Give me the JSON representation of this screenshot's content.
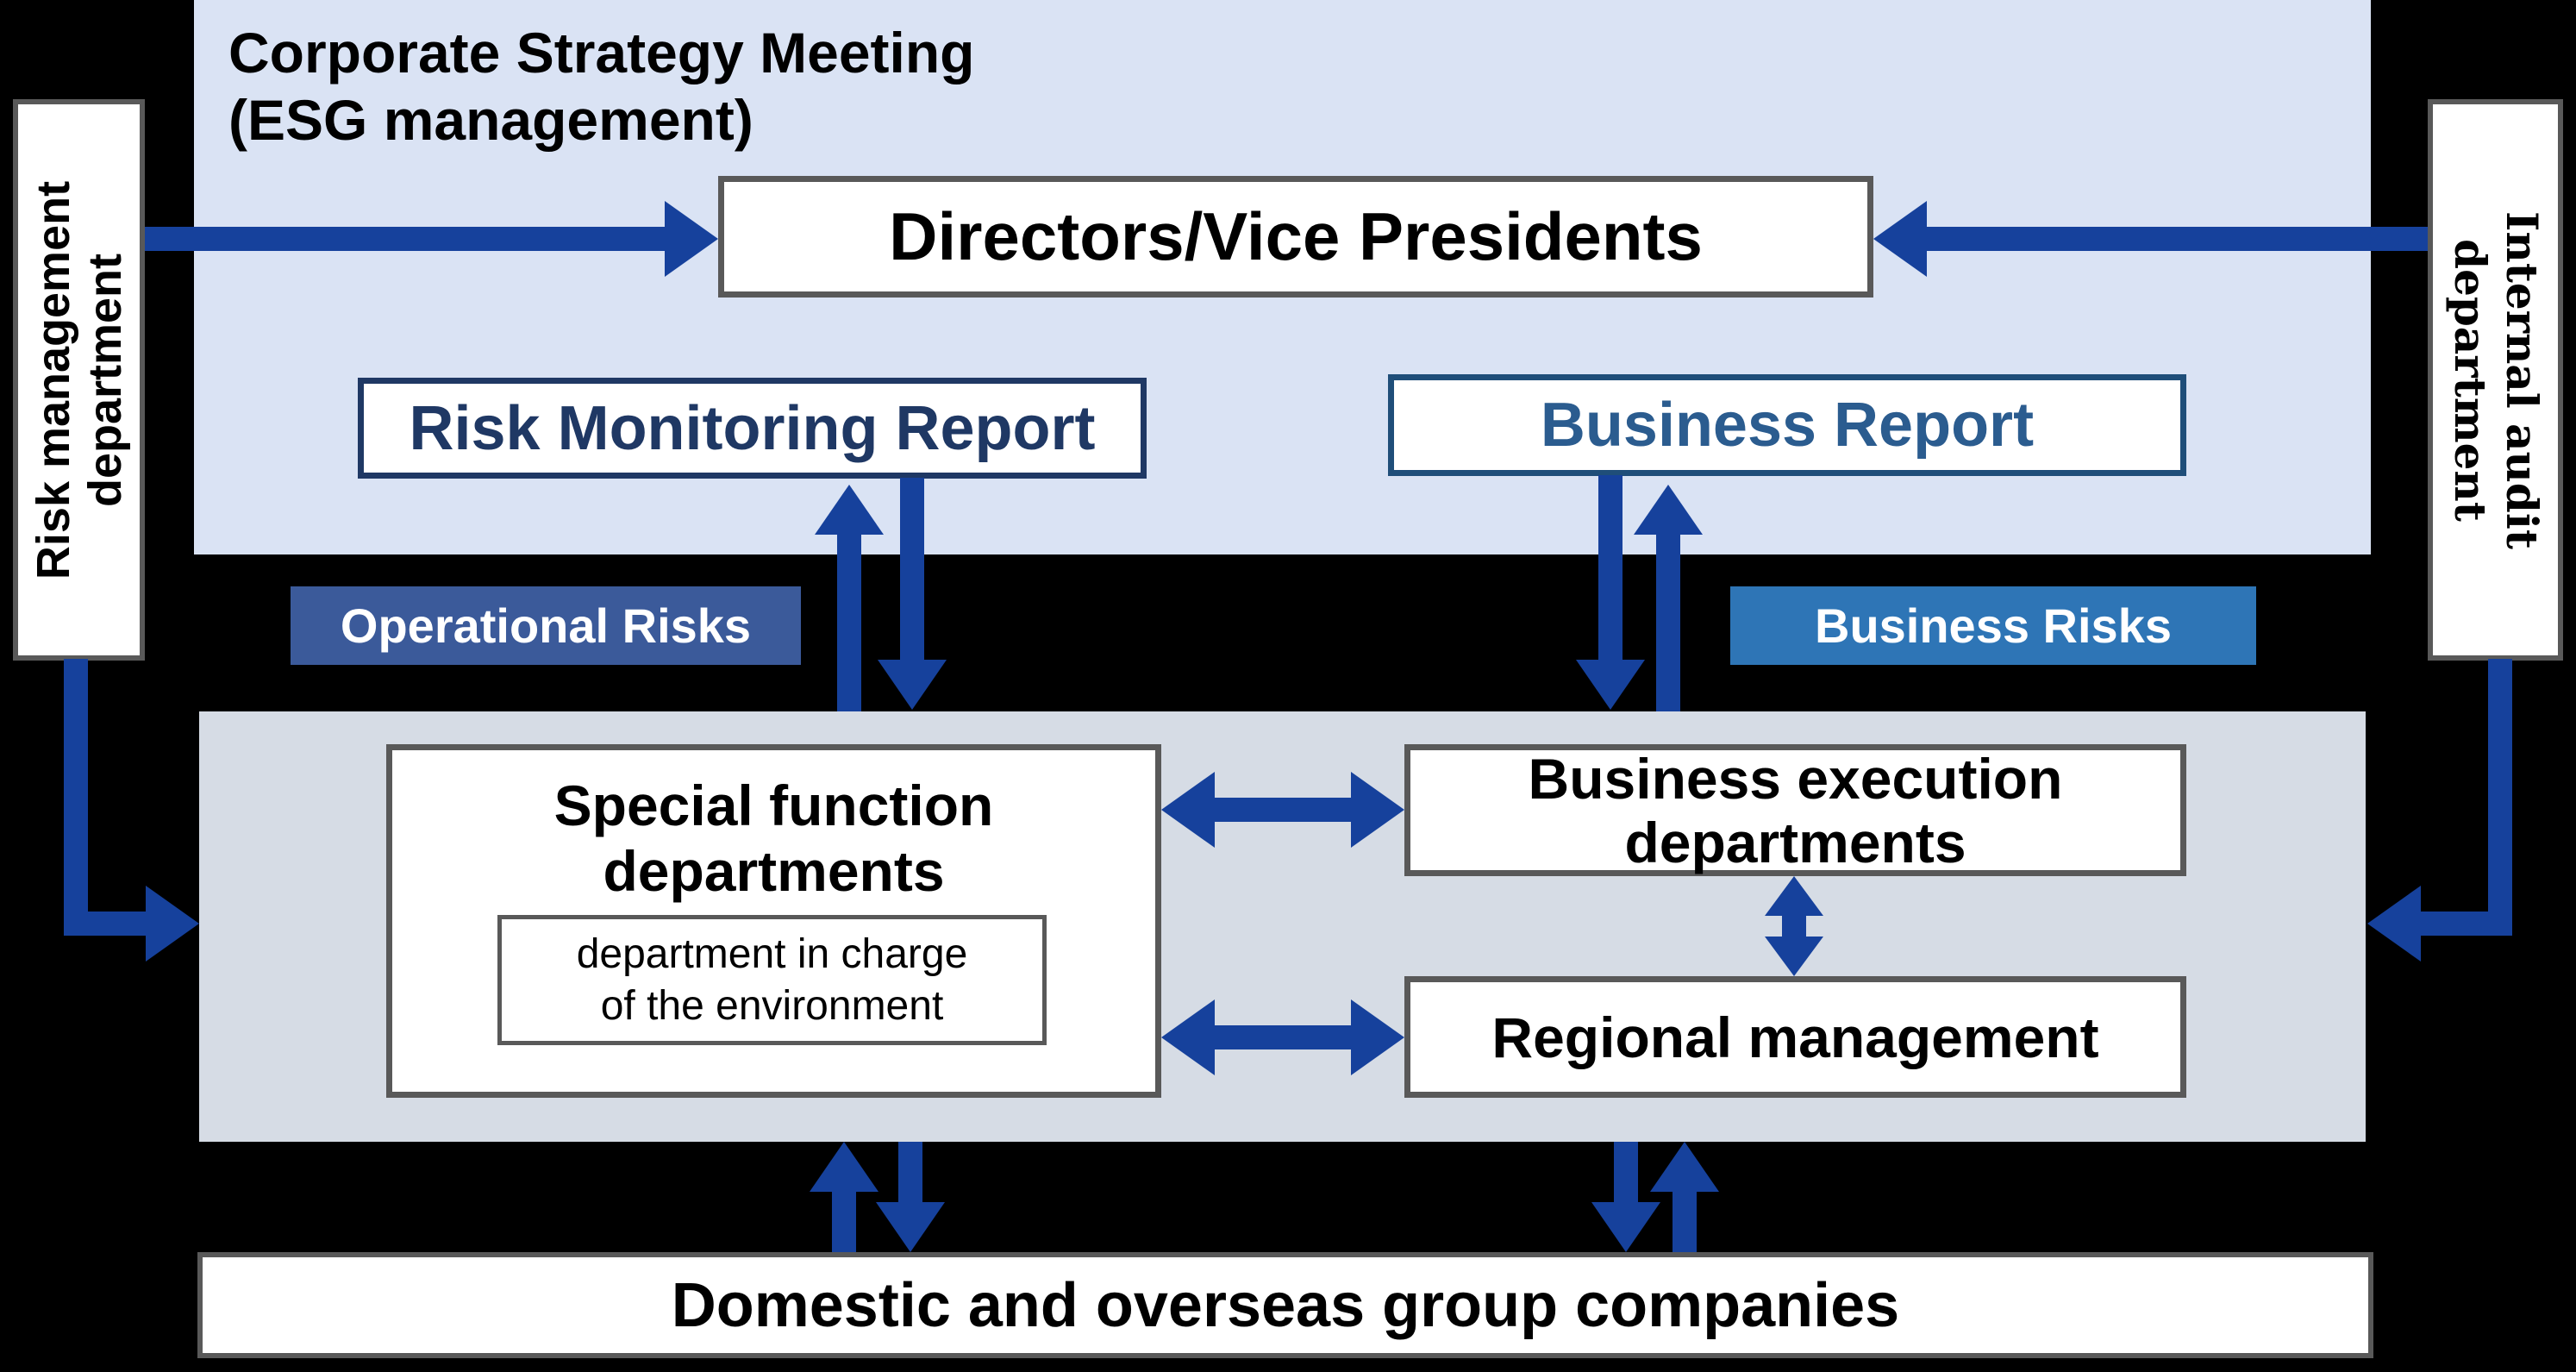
{
  "colors": {
    "background": "#000000",
    "strategy_panel_bg": "#dae3f4",
    "execution_panel_bg": "#d6dce5",
    "box_border_gray": "#595959",
    "risk_monitoring_navy": "#1f3864",
    "business_report_text": "#2b5c8f",
    "operational_risks_bg": "#3b5a9a",
    "business_risks_bg": "#2e75b6",
    "arrow_blue": "#16419c"
  },
  "strategy_panel": {
    "title_line1": "Corporate Strategy Meeting",
    "title_line2": "(ESG management)",
    "directors_label": "Directors/Vice Presidents",
    "risk_monitoring_report_label": "Risk Monitoring Report",
    "business_report_label": "Business Report"
  },
  "risk_badges": {
    "operational": "Operational Risks",
    "business": "Business Risks"
  },
  "side_departments": {
    "risk_management_line1": "Risk management",
    "risk_management_line2": "department",
    "internal_audit_line1": "Internal audit",
    "internal_audit_line2": "department"
  },
  "execution_panel": {
    "special_function_line1": "Special function",
    "special_function_line2": "departments",
    "environment_line1": "department in charge",
    "environment_line2": "of the environment",
    "business_execution_line1": "Business execution",
    "business_execution_line2": "departments",
    "regional_management_label": "Regional management"
  },
  "bottom": {
    "group_companies_label": "Domestic and overseas group companies"
  }
}
